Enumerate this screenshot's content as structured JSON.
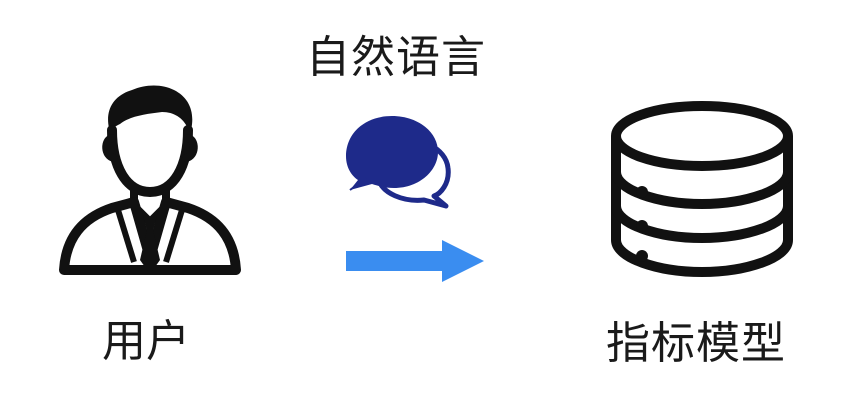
{
  "labels": {
    "center": "自然语言",
    "user": "用户",
    "model": "指标模型"
  },
  "icons": {
    "user": "user-avatar-with-tie-icon",
    "chat": "chat-bubbles-icon",
    "arrow": "right-arrow-icon",
    "database": "database-stack-icon"
  },
  "colors": {
    "text": "#1a1a1a",
    "stroke": "#111111",
    "chat_dark": "#1e2a8a",
    "chat_light_stroke": "#1e2a8a",
    "arrow": "#3a8df0"
  }
}
